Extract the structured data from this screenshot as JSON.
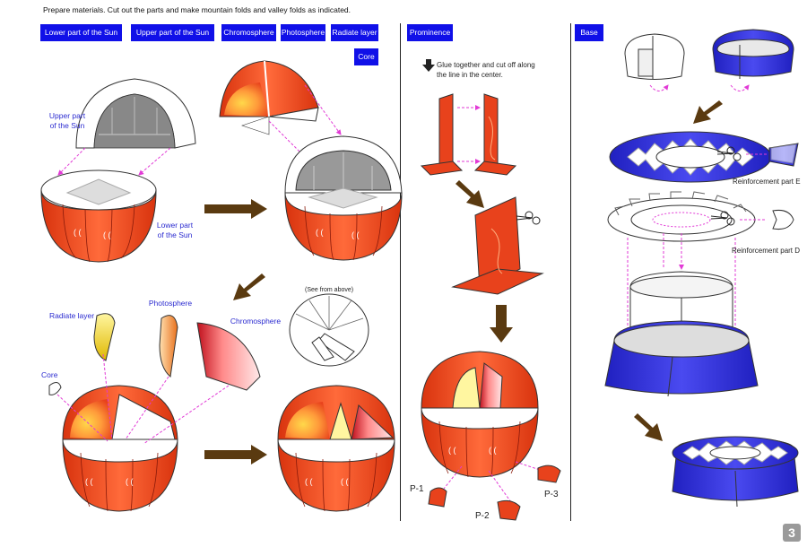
{
  "intro": "Prepare materials. Cut out the parts and make mountain folds and valley folds as indicated.",
  "tags": {
    "lower_sun": "Lower part of the Sun",
    "upper_sun": "Upper part of the Sun",
    "chromosphere": "Chromosphere",
    "photosphere": "Photosphere",
    "radiate": "Radiate layer",
    "core": "Core",
    "prominence": "Prominence",
    "base": "Base"
  },
  "labels": {
    "upper_part": "Upper part\nof the Sun",
    "lower_part": "Lower part\nof the Sun",
    "radiate_layer": "Radiate layer",
    "photosphere": "Photosphere",
    "chromosphere": "Chromosphere",
    "core": "Core",
    "see_from_above": "(See from above)",
    "glue_instruction": "Glue together and cut off along\nthe line in the center.",
    "p1": "P-1",
    "p2": "P-2",
    "p3": "P-3",
    "reinforcement_e": "Reinforcement part E",
    "reinforcement_d": "Reinforcement part D"
  },
  "page_number": "3",
  "colors": {
    "tag_blue": "#1010e8",
    "sun_red": "#e8421c",
    "arrow_brown": "#5a3a10",
    "guide_magenta": "#e23ad6",
    "base_blue": "#2e2ed8"
  }
}
